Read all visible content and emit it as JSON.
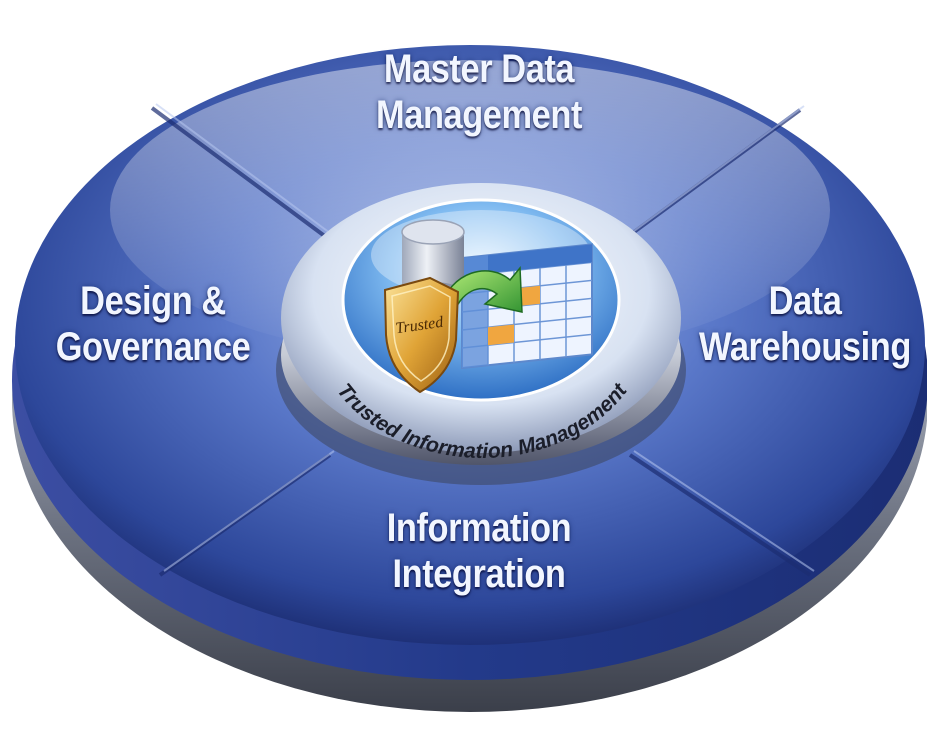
{
  "segments": {
    "top": {
      "line1": "Master Data",
      "line2": "Management"
    },
    "left": {
      "line1": "Design &",
      "line2": "Governance"
    },
    "right": {
      "line1": "Data",
      "line2": "Warehousing"
    },
    "bottom": {
      "line1": "Information",
      "line2": "Integration"
    }
  },
  "center": {
    "ring_text": "Trusted Information Management",
    "shield_text": "Trusted"
  },
  "colors": {
    "disk_light": "#7f9ad6",
    "disk_mid": "#3f5fb3",
    "disk_dark": "#1d2f78",
    "rim_light": "#e6e9f0",
    "rim_dark": "#5c6170",
    "hub_light": "#eef5ff",
    "hub_blue": "#5aa3e6",
    "shield_gold": "#e0a437"
  },
  "icons": [
    "database-icon",
    "shield-icon",
    "spreadsheet-grid-icon",
    "arrow-icon"
  ]
}
